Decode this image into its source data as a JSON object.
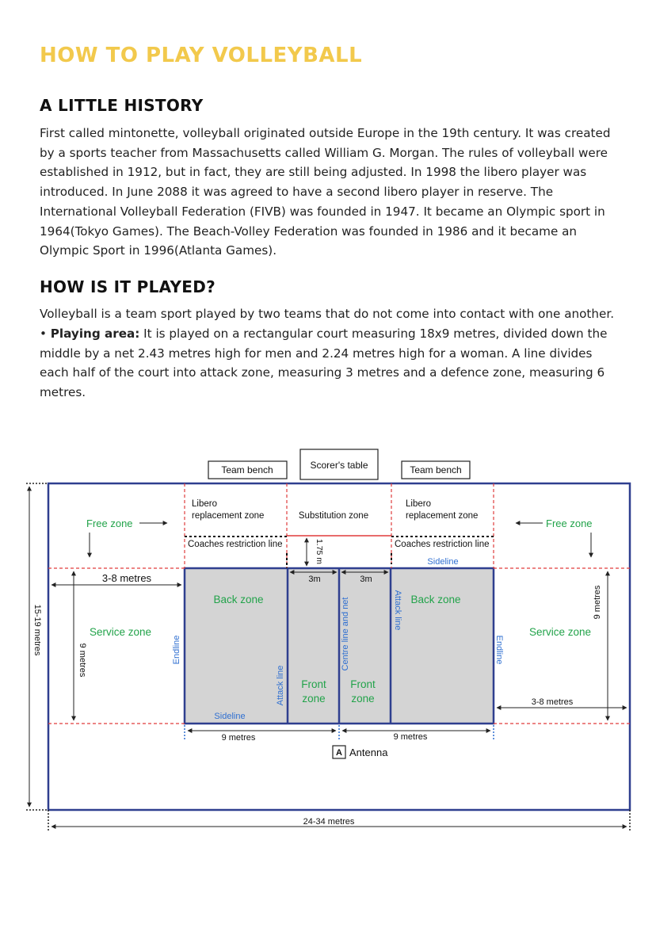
{
  "colors": {
    "title": "#f2c94c",
    "court_border": "#2f3f8f",
    "zone_green": "#22a34a",
    "line_blue": "#2f6fd1",
    "dashed_red": "#e03c3c",
    "court_fill": "#d4d4d4"
  },
  "title": "HOW TO PLAY VOLLEYBALL",
  "history": {
    "heading": "A LITTLE HISTORY",
    "text": "First called mintonette, volleyball originated outside Europe in the 19th century. It was created by a sports teacher from Massachusetts called William G. Morgan. The rules of volleyball were established in 1912, but in fact, they are still being adjusted. In 1998 the libero player was introduced. In June 2088 it was agreed to have a second libero player in reserve. The International Volleyball Federation (FIVB) was founded in 1947. It became an Olympic sport in 1964(Tokyo Games). The Beach-Volley Federation was founded in 1986 and it became an Olympic Sport in 1996(Atlanta Games)."
  },
  "played": {
    "heading": "HOW IS IT PLAYED?",
    "intro": "Volleyball is a team sport played by two teams that do not come into contact with one another.",
    "bullet": "•",
    "area_label": "Playing area:",
    "area_text": " It is played on a rectangular court measuring 18x9 metres, divided down the middle by a net 2.43 metres high for men and 2.24 metres high for a woman. A line divides each half of the court into attack zone, measuring 3 metres and a defence zone, measuring 6 metres."
  },
  "diagram": {
    "team_bench_left": "Team bench",
    "scorers_table": "Scorer's table",
    "team_bench_right": "Team bench",
    "free_zone_left": "Free zone",
    "free_zone_right": "Free zone",
    "libero_left_1": "Libero",
    "libero_left_2": "replacement zone",
    "substitution_zone": "Substitution zone",
    "libero_right_1": "Libero",
    "libero_right_2": "replacement zone",
    "coaches_left": "Coaches restriction line",
    "coaches_right": "Coaches restriction line",
    "height_175": "1.75 m",
    "sideline_top": "Sideline",
    "sideline_bottom": "Sideline",
    "dim_3_8_left": "3-8 metres",
    "dim_3_8_right": "3-8 metres",
    "dim_3m_left": "3m",
    "dim_3m_right": "3m",
    "back_zone_left": "Back zone",
    "back_zone_right": "Back zone",
    "service_zone_left": "Service zone",
    "service_zone_right": "Service zone",
    "endline_left": "Endline",
    "endline_right": "Endline",
    "attack_line_left": "Attack line",
    "attack_line_right": "Attack line",
    "centre_line": "Centre line and net",
    "front_zone_1": "Front",
    "front_zone_2": "zone",
    "dim_9_vertical_left": "9 metres",
    "dim_9_vertical_right": "9 metres",
    "dim_15_19": "15-19 metres",
    "dim_9_bottom_left": "9 metres",
    "dim_9_bottom_right": "9 metres",
    "antenna_symbol": "A",
    "antenna_label": "Antenna",
    "dim_24_34": "24-34 metres"
  }
}
